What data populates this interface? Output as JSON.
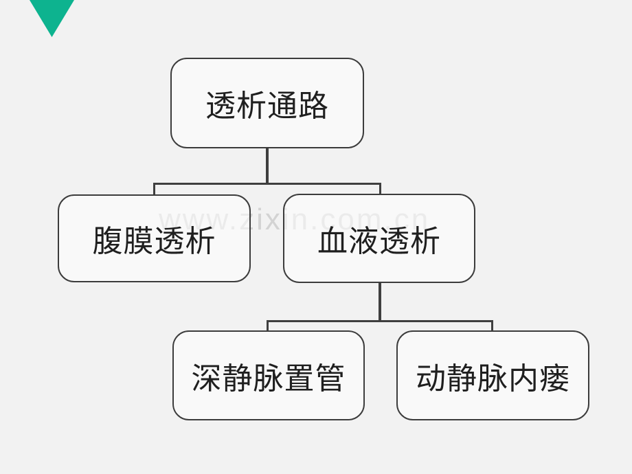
{
  "slide": {
    "background_color": "#f2f2f2",
    "watermark_text": "www.zixin.com.cn",
    "accent_triangle_color": "#0db38f",
    "connector_color": "#3f3f3f",
    "node_border_color": "#3c3c3c",
    "node_text_color": "#1f1f1f"
  },
  "diagram": {
    "type": "tree",
    "nodes": [
      {
        "id": "root",
        "label": "透析通路",
        "parent": null
      },
      {
        "id": "peritoneal-dialysis",
        "label": "腹膜透析",
        "parent": "root"
      },
      {
        "id": "hemodialysis",
        "label": "血液透析",
        "parent": "root"
      },
      {
        "id": "deep-vein-catheter",
        "label": "深静脉置管",
        "parent": "hemodialysis"
      },
      {
        "id": "av-fistula",
        "label": "动静脉内瘘",
        "parent": "hemodialysis"
      }
    ]
  }
}
